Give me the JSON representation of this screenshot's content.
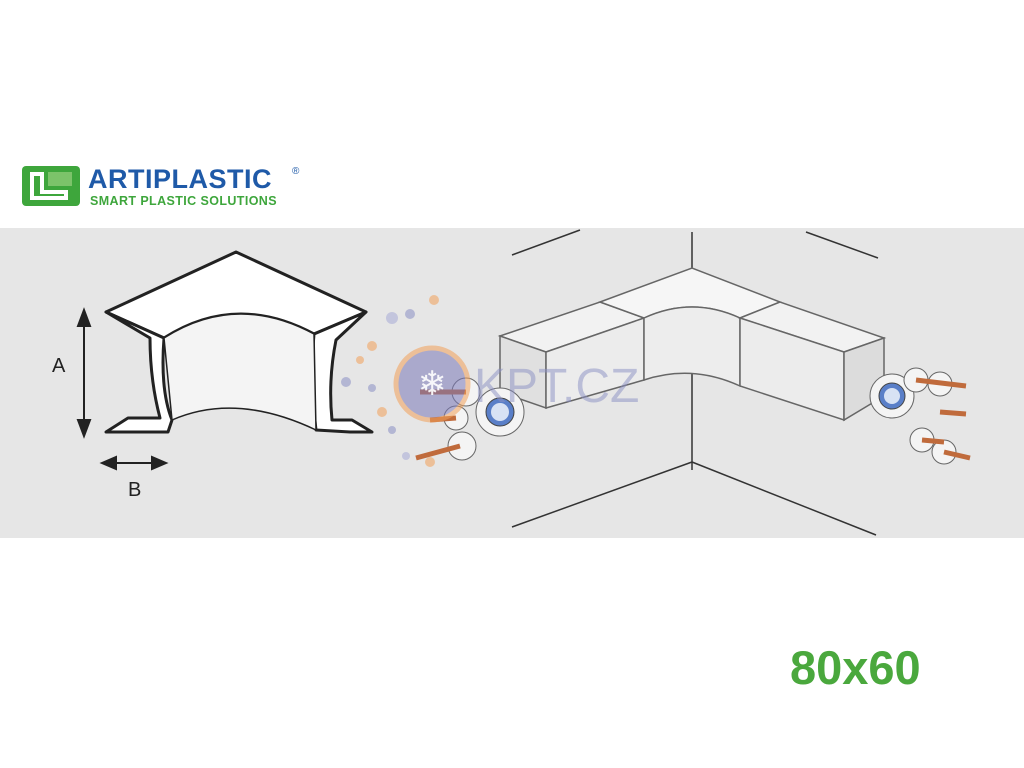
{
  "brand": {
    "name": "ARTIPLASTIC",
    "registered_mark": "®",
    "tagline": "SMART PLASTIC SOLUTIONS",
    "color_primary": "#1f5aa8",
    "color_accent": "#3ea63c"
  },
  "diagram": {
    "dimension_a": "A",
    "dimension_b": "B",
    "background": "#e6e6e6"
  },
  "watermark": {
    "text": "KPT.CZ",
    "icon": "snowflake-icon"
  },
  "size_label": "80x60",
  "size_label_color": "#4aa83d"
}
